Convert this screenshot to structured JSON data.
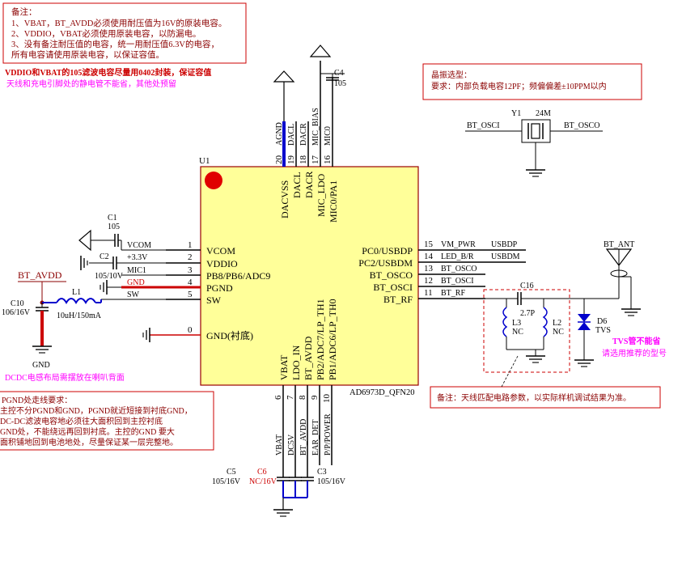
{
  "notes": {
    "top_left": [
      "备注：",
      "1、VBAT，BT_AVDD必须使用耐压值为16V的原装电容。",
      "2、VDDIO，VBAT必须使用原装电容，以防漏电。",
      "3、没有备注耐压值的电容，统一用耐压值6.3V的电容，",
      "   所有电容请使用原装电容，以保证容值。"
    ],
    "crystal": [
      "晶振选型：",
      "要求：内部负载电容12PF；频偏偏差±10PPM以内"
    ],
    "pgnd": [
      "PGND处走线要求：",
      "主控不分PGND和GND，PGND就近短接到衬底GND，",
      "DC-DC滤波电容地必须往大面积回到主控衬底",
      "GND处，不能绕远再回到衬底。主控的GND 要大",
      "面积铺地回到电池地处，尽量保证某一层完整地。"
    ],
    "antenna": "备注：天线匹配电路参数，以实际样机调试结果为准。",
    "vddio_red": "VDDIO和VBAT的105滤波电容尽量用0402封装，保证容值",
    "pink1": "天线和充电引脚处的静电管不能省，其他处预留",
    "dcdc": "DCDC电感布局需摆放在喇叭背面",
    "tvs1": "TVS管不能省",
    "tvs2": "请选用推荐的型号"
  },
  "chip": {
    "ref": "U1",
    "part": "AD6973D_QFN20",
    "left_pins": [
      {
        "num": "1",
        "name": "VCOM",
        "net": "VCOM"
      },
      {
        "num": "2",
        "name": "VDDIO",
        "net": "+3.3V"
      },
      {
        "num": "3",
        "name": "PB8/PB6/ADC9",
        "net": "MIC1"
      },
      {
        "num": "4",
        "name": "PGND",
        "net": "GND"
      },
      {
        "num": "5",
        "name": "SW",
        "net": "SW"
      }
    ],
    "gnd_pin": {
      "num": "0",
      "name": "GND(衬底)"
    },
    "right_pins": [
      {
        "num": "15",
        "name": "PC0/USBDP",
        "net": "VM_PWR",
        "net2": "USBDP"
      },
      {
        "num": "14",
        "name": "PC2/USBDM",
        "net": "LED_B/R",
        "net2": "USBDM"
      },
      {
        "num": "13",
        "name": "BT_OSCO",
        "net": "BT_OSCO",
        "net2": ""
      },
      {
        "num": "12",
        "name": "BT_OSCI",
        "net": "BT_OSCI",
        "net2": ""
      },
      {
        "num": "11",
        "name": "BT_RF",
        "net": "BT_RF",
        "net2": ""
      }
    ],
    "top_pins": [
      {
        "num": "20",
        "name": "DACVSS",
        "net": "AGND"
      },
      {
        "num": "19",
        "name": "DACL",
        "net": "DACL"
      },
      {
        "num": "18",
        "name": "DACR",
        "net": "DACR"
      },
      {
        "num": "17",
        "name": "MIC_LDO",
        "net": "MIC_BIAS"
      },
      {
        "num": "16",
        "name": "MIC0/PA1",
        "net": "MIC0"
      }
    ],
    "bottom_pins": [
      {
        "num": "6",
        "name": "VBAT",
        "net": "VBAT"
      },
      {
        "num": "7",
        "name": "LDO_IN",
        "net": "DC5V"
      },
      {
        "num": "8",
        "name": "BT_AVDD",
        "net": "BT_AVDD"
      },
      {
        "num": "9",
        "name": "PB2/ADC7/LP_TH1",
        "net": "EAR_DET"
      },
      {
        "num": "10",
        "name": "PB1/ADC6/LP_TH0",
        "net": "P/P/POWER"
      }
    ]
  },
  "components": {
    "c1": {
      "ref": "C1",
      "value": "105"
    },
    "c2": {
      "ref": "C2",
      "value": "105/10V"
    },
    "c4": {
      "ref": "C4",
      "value": "105"
    },
    "c10": {
      "ref": "C10",
      "value": "106/16V"
    },
    "l1": {
      "ref": "L1",
      "value": "10uH/150mA"
    },
    "y1": {
      "ref": "Y1",
      "value": "24M"
    },
    "c16": {
      "ref": "C16",
      "value": "2.7P"
    },
    "l3": {
      "ref": "L3",
      "value": "NC"
    },
    "l2": {
      "ref": "L2",
      "value": "NC"
    },
    "d6": {
      "ref": "D6",
      "value": "TVS"
    },
    "c5": {
      "ref": "C5",
      "value": "105/16V"
    },
    "c6": {
      "ref": "C6",
      "value": "NC/16V"
    },
    "c3": {
      "ref": "C3",
      "value": "105/16V"
    }
  },
  "nets": {
    "bt_avdd": "BT_AVDD",
    "gnd": "GND",
    "bt_osci": "BT_OSCI",
    "bt_osco": "BT_OSCO",
    "bt_ant": "BT_ANT"
  },
  "colors": {
    "wire": "#0000cc",
    "chip_fill": "#ffff99",
    "note": "#8b0000",
    "pink": "#ff00ff",
    "red": "#cc0000"
  }
}
